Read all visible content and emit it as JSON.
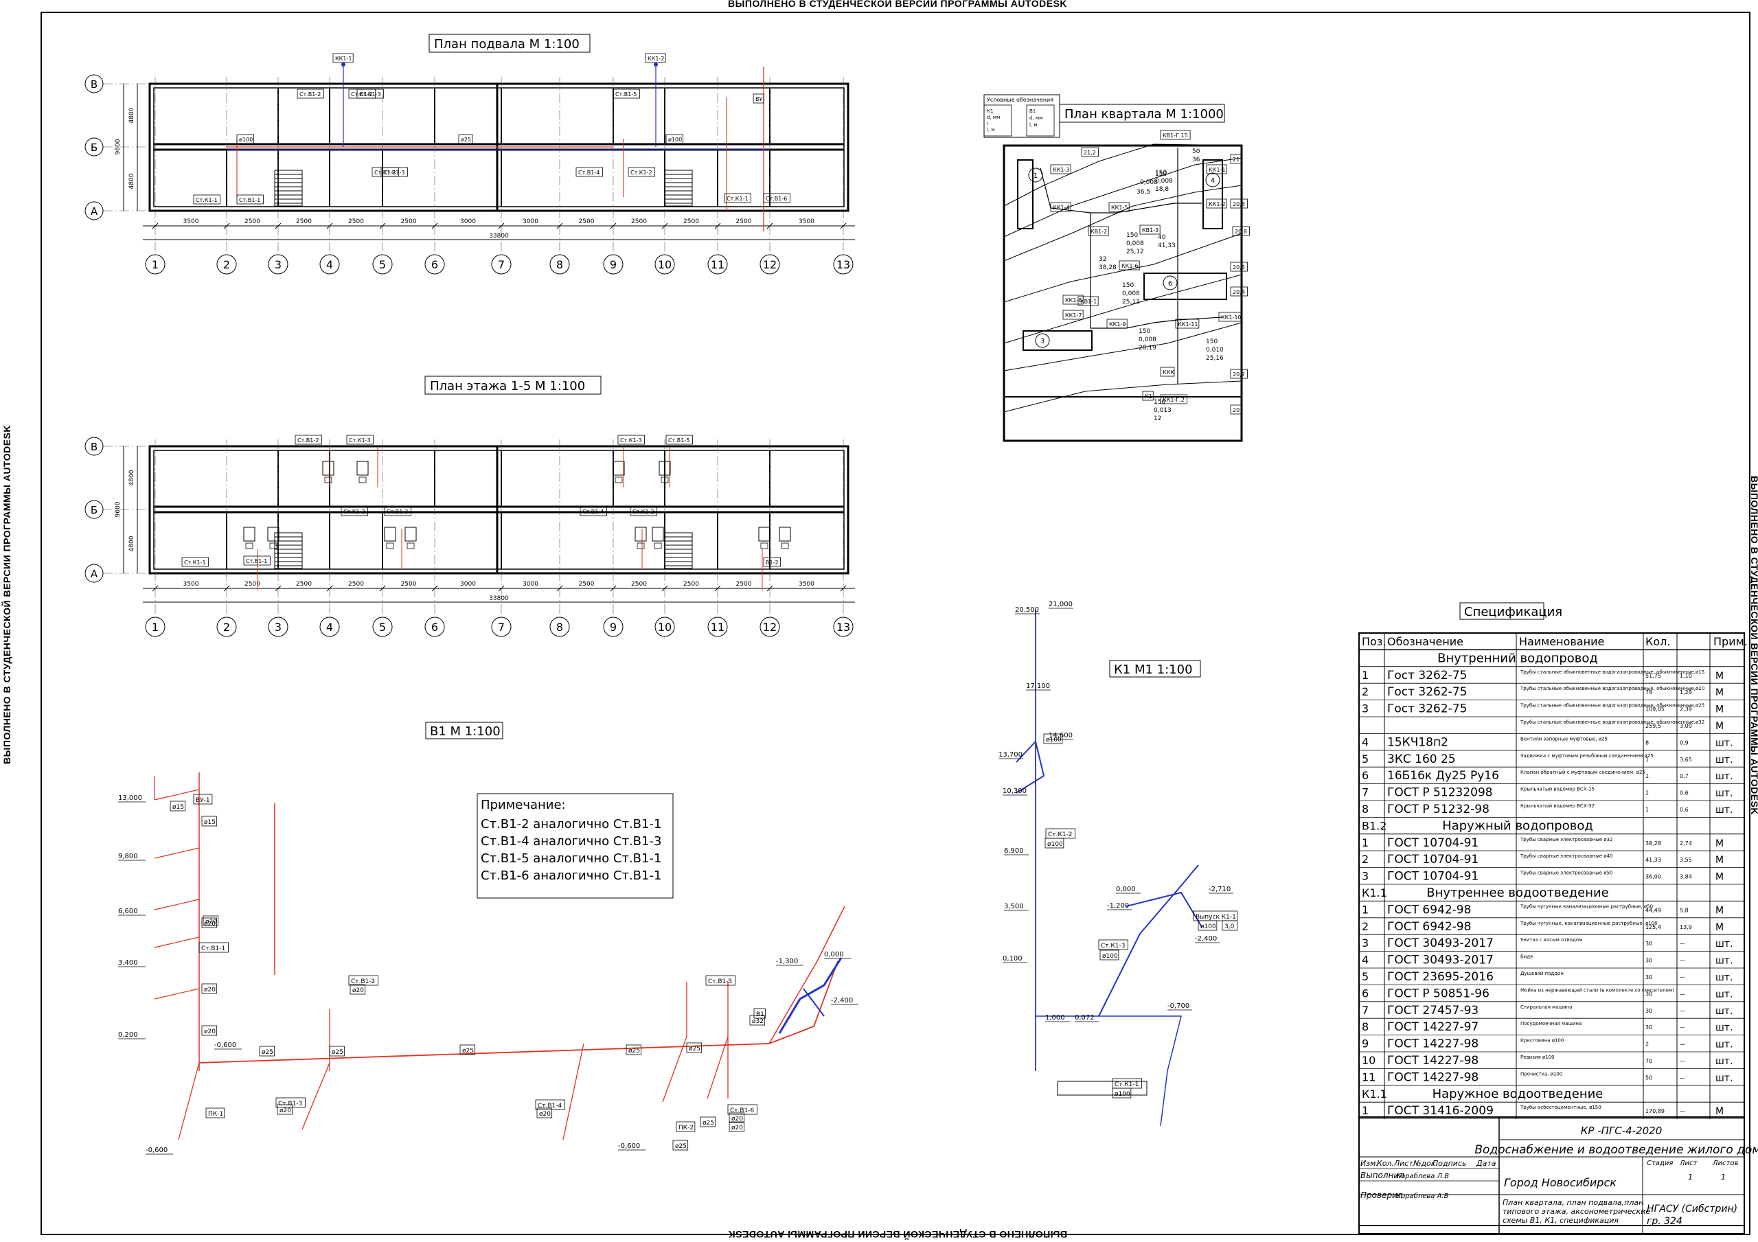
{
  "watermark": "ВЫПОЛНЕНО В СТУДЕНЧЕСКОЙ ВЕРСИИ ПРОГРАММЫ AUTODESK",
  "titles": {
    "basement": "План подвала М 1:100",
    "floor": "План этажа 1-5 М 1:100",
    "block": "План квартала М 1:1000",
    "b1": "В1 М 1:100",
    "k1": "К1 М1 1:100",
    "spec": "Спецификация"
  },
  "axes": {
    "numbers": [
      "1",
      "2",
      "3",
      "4",
      "5",
      "6",
      "7",
      "8",
      "9",
      "10",
      "11",
      "12",
      "13"
    ],
    "letters": [
      "В",
      "Б",
      "А"
    ],
    "spans": [
      "3500",
      "2500",
      "2500",
      "2500",
      "2500",
      "3000",
      "3000",
      "2500",
      "2500",
      "2500",
      "2500",
      "3500"
    ],
    "total": "33800",
    "rows": [
      "4800",
      "4800"
    ],
    "total_h": "9600"
  },
  "basement_labels": [
    "КК1-1",
    "КК1-2",
    "Ст.В1-2",
    "Ст.К1-2",
    "Ст.К1-3",
    "Ст.В1-5",
    "ВУ",
    "ø100",
    "ø25",
    "ø100",
    "Ст.К1-2",
    "Ст.В1-3",
    "Ст.В1-4",
    "Ст.К1-2",
    "Ст.К1-1",
    "Ст.В1-1",
    "Ст.К1-1",
    "Ст.В1-6"
  ],
  "floor_labels": [
    "Ст.В1-2",
    "Ст.К1-3",
    "Ст.К1-3",
    "Ст.В1-5",
    "Ст.К1-2",
    "Ст.В1-3",
    "Ст.В1-4",
    "Ст.К1-2",
    "Ст.К1-1",
    "Ст.В1-1",
    "В1-2"
  ],
  "block": {
    "legend_title": "Условные обозначения",
    "legend_k1": [
      "К1",
      "d, мм",
      "i",
      "l, м"
    ],
    "legend_b1": [
      "В1",
      "d, мм",
      "l, м"
    ],
    "labels": [
      "КВ1-Г.15",
      "КК1-3",
      "КК1-4",
      "КК1-5",
      "КК1-1",
      "КК1-2",
      "КВ1-2",
      "КВ1-3",
      "КК1-6",
      "КК1-7",
      "КК1-8",
      "КВ1-1",
      "КК1-9",
      "КК1-11",
      "КК1-10",
      "ККК",
      "КК1-Г.2",
      "К1"
    ],
    "numbers": [
      "150",
      "0,008",
      "18,8",
      "150",
      "0,008",
      "36,5",
      "150",
      "0,008",
      "25,12",
      "50",
      "36",
      "40",
      "41,33",
      "32",
      "38,28",
      "150",
      "0,008",
      "25,12",
      "150",
      "0,008",
      "28,19",
      "150",
      "0,010",
      "25,16",
      "150",
      "0,013",
      "12"
    ],
    "levels": [
      "21,2",
      "21",
      "20,8",
      "20,6",
      "20,4",
      "20,2",
      "20",
      "20,8"
    ],
    "building_numbers": [
      "1",
      "4",
      "6",
      "3"
    ]
  },
  "b1_labels": {
    "levels": [
      "13,000",
      "9,800",
      "6,600",
      "3,400",
      "0,200",
      "-0,600",
      "-0,600",
      "-0,600",
      "-1,300",
      "0,000",
      "-2,400"
    ],
    "stands": [
      "ВУ-1",
      "Ст.В1-1",
      "Ст.В1-2",
      "Ст.В1-3",
      "Ст.В1-4",
      "Ст.В1-5",
      "Ст.В1-6",
      "ПК-1",
      "ПК-2",
      "В1"
    ],
    "diameters": [
      "ø15",
      "ø15",
      "ø20",
      "ø20",
      "ø20",
      "ø20",
      "ø20",
      "ø20",
      "ø25",
      "ø25",
      "ø25",
      "ø25",
      "ø25",
      "ø25",
      "ø20",
      "ø20",
      "ø32",
      "ø20",
      "ø25"
    ]
  },
  "note": {
    "title": "Примечание:",
    "lines": [
      "Ст.В1-2 аналогично Ст.В1-1",
      "Ст.В1-4 аналогично Ст.В1-3",
      "Ст.В1-5 аналогично Ст.В1-1",
      "Ст.В1-6 аналогично Ст.В1-1"
    ]
  },
  "k1_labels": {
    "levels": [
      "20,500",
      "21,000",
      "17,100",
      "14,600",
      "13,700",
      "10,300",
      "6,900",
      "3,500",
      "0,100",
      "1,000",
      "0,072",
      "0,000",
      "-1,200",
      "-2,710",
      "-2,400",
      "-0,700"
    ],
    "stands": [
      "Ст.К1-2",
      "Ст.К1-3",
      "Ст.К1-1",
      "Выпуск К1-1"
    ],
    "diameters": [
      "ø100",
      "ø100",
      "ø100",
      "ø100",
      "ø100",
      "3,0"
    ]
  },
  "spec": {
    "headers": [
      "Поз.",
      "Обозначение",
      "Наименование",
      "Кол.",
      "Прим."
    ],
    "sections": [
      {
        "code": "",
        "title": "Внутренний водопровод",
        "rows": [
          [
            "1",
            "Гост 3262-75",
            "Трубы стальные обыкновенные водогазопроводные, обыкновенные,ø15",
            "51,75",
            "1,10",
            "М"
          ],
          [
            "2",
            "Гост 3262-75",
            "Трубы стальные обыкновенные водогазопроводные, обыкновенные,ø20",
            "78",
            "1,28",
            "М"
          ],
          [
            "3",
            "Гост 3262-75",
            "Трубы стальные обыкновенные водогазопроводные, обыкновенные,ø25",
            "109,05",
            "2,39",
            "М"
          ],
          [
            "",
            "",
            "Трубы стальные обыкновенные водогазопроводные, обыкновенные,ø32",
            "259,5",
            "3,09",
            "М"
          ],
          [
            "4",
            "15КЧ18п2",
            "Вентили запорные муфтовые, ø25",
            "8",
            "0,9",
            "шт."
          ],
          [
            "5",
            "3КС 160 25",
            "Задвижка с муфтовым резьбовым соединением,ø25",
            "1",
            "3,65",
            "шт."
          ],
          [
            "6",
            "16Б16к Ду25 Ру16",
            "Клапан обратный с муфтовым соединением, ø25",
            "1",
            "0,7",
            "шт."
          ],
          [
            "7",
            "ГОСТ Р 51232098",
            "Крыльчатый водомер ВСХ-15",
            "1",
            "0,6",
            "шт."
          ],
          [
            "8",
            "ГОСТ Р 51232-98",
            "Крыльчатый водомер ВСХ-32",
            "1",
            "0,6",
            "шт."
          ]
        ]
      },
      {
        "code": "В1.2",
        "title": "Наружный водопровод",
        "rows": [
          [
            "1",
            "ГОСТ 10704-91",
            "Трубы сварные электросварные ø32",
            "38,28",
            "2,74",
            "М"
          ],
          [
            "2",
            "ГОСТ 10704-91",
            "Трубы сварные электросварные ø40",
            "41,33",
            "3,55",
            "М"
          ],
          [
            "3",
            "ГОСТ 10704-91",
            "Трубы сварные электросварные ø50",
            "36,00",
            "3,84",
            "М"
          ]
        ]
      },
      {
        "code": "К1.1",
        "title": "Внутреннее водоотведение",
        "rows": [
          [
            "1",
            "ГОСТ 6942-98",
            "Трубы чугунные канализационные раструбные, ø50",
            "44,49",
            "5,8",
            "М"
          ],
          [
            "2",
            "ГОСТ 6942-98",
            "Трубы чугунные, канализационные раструбные, ø100",
            "125,4",
            "13,9",
            "М"
          ],
          [
            "3",
            "ГОСТ 30493-2017",
            "Унитаз с косым отводом",
            "30",
            "—",
            "шт."
          ],
          [
            "4",
            "ГОСТ 30493-2017",
            "Биде",
            "30",
            "—",
            "шт."
          ],
          [
            "5",
            "ГОСТ 23695-2016",
            "Душевой поддон",
            "30",
            "—",
            "шт."
          ],
          [
            "6",
            "ГОСТ Р 50851-96",
            "Мойка из нержавеющей стали (в комплекте со смесителем)",
            "30",
            "—",
            "шт."
          ],
          [
            "7",
            "ГОСТ 27457-93",
            "Стиральная машина",
            "30",
            "—",
            "шт."
          ],
          [
            "8",
            "ГОСТ 14227-97",
            "Посудомоечная машина",
            "30",
            "—",
            "шт."
          ],
          [
            "9",
            "ГОСТ 14227-98",
            "Крестовина ø100",
            "2",
            "—",
            "шт."
          ],
          [
            "10",
            "ГОСТ 14227-98",
            "Ревизия ø100",
            "70",
            "—",
            "шт."
          ],
          [
            "11",
            "ГОСТ 14227-98",
            "Прочистка, ø100",
            "50",
            "—",
            "шт."
          ]
        ]
      },
      {
        "code": "К1.1",
        "title": "Наружное водоотведение",
        "rows": [
          [
            "1",
            "ГОСТ 31416-2009",
            "Трубы асбестоцементные, ø150",
            "170,89",
            "—",
            "М"
          ]
        ]
      }
    ]
  },
  "stamp": {
    "code": "КР -ПГС-4-2020",
    "title": "Водоснабжение и водоотведение жилого дома",
    "headers": [
      "Изм.",
      "Кол.",
      "Лист",
      "№док.",
      "Подпись",
      "Дата"
    ],
    "done_label": "Выполнил",
    "done_name": "Кораблева Л.В",
    "checked_label": "Проверил",
    "checked_name": "Кораблева А.В",
    "city": "Город Новосибирск",
    "stage_headers": [
      "Стадия",
      "Лист",
      "Листов"
    ],
    "stage_values": [
      "",
      "1",
      "1"
    ],
    "sheet_desc": "План квартала, план подвала,план типового этажа, аксонометрические схемы В1, К1, спецификация",
    "org": "НГАСУ (Сибстрин)",
    "group": "гр. 324"
  },
  "colors": {
    "water": "#e0301e",
    "sewer": "#2233cc",
    "line": "#000000",
    "gray": "#555555"
  }
}
